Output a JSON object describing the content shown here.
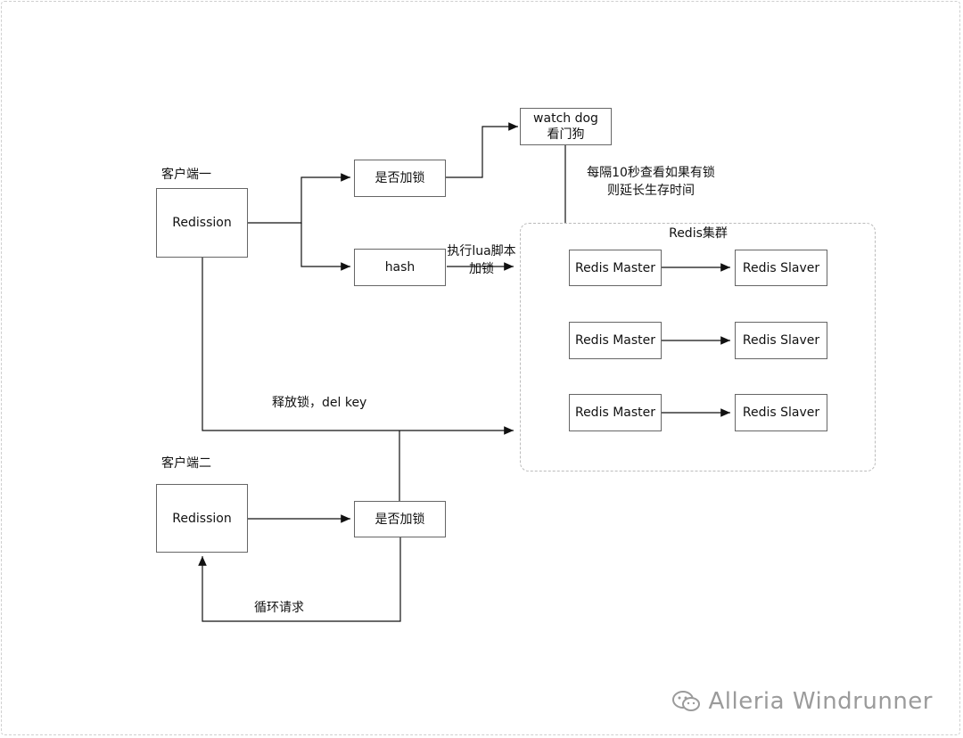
{
  "client1": {
    "title": "客户端一",
    "node": "Redission"
  },
  "client2": {
    "title": "客户端二",
    "node": "Redission"
  },
  "nodes": {
    "lock_check_1": "是否加锁",
    "hash": "hash",
    "watchdog_line1": "watch dog",
    "watchdog_line2": "看门狗",
    "lock_check_2": "是否加锁"
  },
  "labels": {
    "watchdog_note_line1": "每隔10秒查看如果有锁",
    "watchdog_note_line2": "则延长生存时间",
    "lua_line1": "执行lua脚本",
    "lua_line2": "加锁",
    "release": "释放锁，del key",
    "loop": "循环请求"
  },
  "cluster": {
    "title": "Redis集群",
    "rows": [
      {
        "master": "Redis Master",
        "slave": "Redis Slaver"
      },
      {
        "master": "Redis Master",
        "slave": "Redis Slaver"
      },
      {
        "master": "Redis Master",
        "slave": "Redis Slaver"
      }
    ]
  },
  "watermark": {
    "text": "Alleria Windrunner",
    "icon": "wechat-icon"
  }
}
